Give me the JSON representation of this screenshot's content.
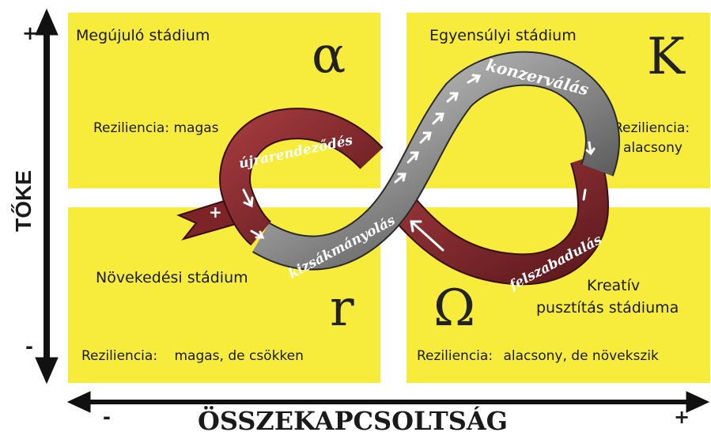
{
  "quadrants": {
    "top_left": {
      "title": "Megújuló stádium",
      "resilience_label": "Reziliencia:",
      "resilience_value": "magas",
      "symbol": "α"
    },
    "top_right": {
      "title": "Egyensúlyi stádium",
      "resilience_label": "Reziliencia:",
      "resilience_value": "alacsony",
      "symbol": "K"
    },
    "bottom_left": {
      "title": "Növekedési stádium",
      "resilience_label": "Reziliencia:",
      "resilience_value": "magas, de csökken",
      "symbol": "r"
    },
    "bottom_right": {
      "title_line1": "Kreatív",
      "title_line2": "pusztítás stádiuma",
      "resilience_label": "Reziliencia:",
      "resilience_value": "alacsony, de növekszik",
      "symbol": "Ω"
    }
  },
  "loop_labels": {
    "reorganization": "újrarendeződés",
    "conservation": "konzerválás",
    "exploitation": "kizsákmányolás",
    "release": "felszabadulás",
    "plus_mark": "+"
  },
  "axes": {
    "y_title": "TŐKE",
    "y_plus": "+",
    "y_minus": "-",
    "x_title": "ÖSSZEKAPCSOLTSÁG",
    "x_plus": "+",
    "x_minus": "-"
  },
  "colors": {
    "quadrant_fill": "#f7ec3c",
    "ribbon_red": "#8b2a2e",
    "ribbon_grey": "#9a9a9a",
    "axis": "#111111"
  }
}
